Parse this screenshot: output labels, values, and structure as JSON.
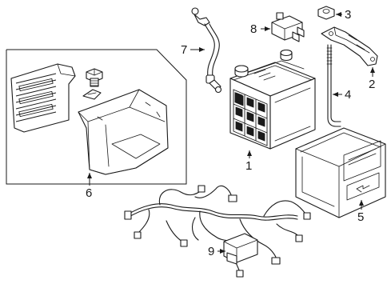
{
  "callouts": [
    {
      "id": "1",
      "label": "1",
      "part": "battery"
    },
    {
      "id": "2",
      "label": "2",
      "part": "hold-down-bracket"
    },
    {
      "id": "3",
      "label": "3",
      "part": "nut"
    },
    {
      "id": "4",
      "label": "4",
      "part": "hold-down-rod"
    },
    {
      "id": "5",
      "label": "5",
      "part": "battery-box"
    },
    {
      "id": "6",
      "label": "6",
      "part": "battery-tray-assembly"
    },
    {
      "id": "7",
      "label": "7",
      "part": "negative-cable"
    },
    {
      "id": "8",
      "label": "8",
      "part": "battery-sensor"
    },
    {
      "id": "9",
      "label": "9",
      "part": "wire-harness"
    }
  ],
  "colors": {
    "line": "#1a1a1a",
    "background": "#ffffff"
  }
}
